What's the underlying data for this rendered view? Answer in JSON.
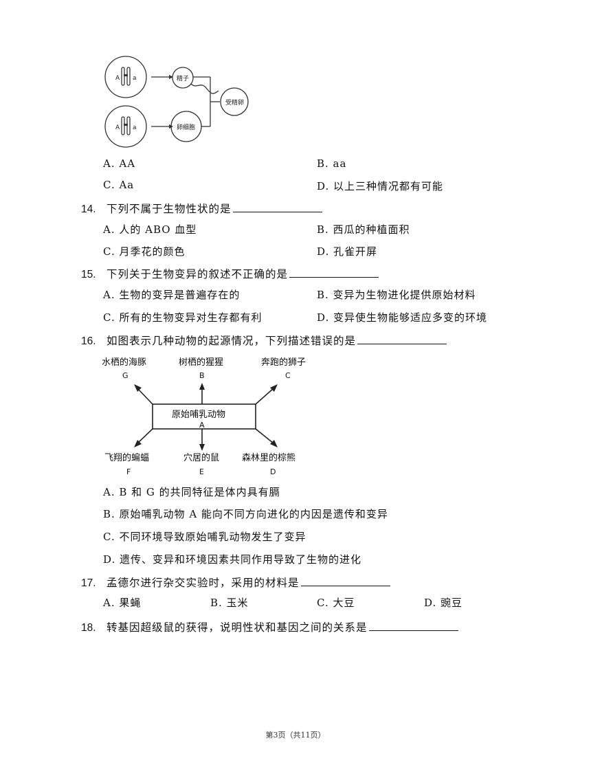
{
  "fig1": {
    "gene_big_a": "A",
    "gene_small_a": "a",
    "sperm": "精子",
    "egg": "卵细胞",
    "zygote": "受精卵"
  },
  "q13": {
    "options": [
      "A. AA",
      "B. aa",
      "C. Aa",
      "D. 以上三种情况都有可能"
    ]
  },
  "q14": {
    "number": "14.",
    "stem": "下列不属于生物性状的是",
    "options": [
      "A. 人的 ABO 血型",
      "B. 西瓜的种植面积",
      "C. 月季花的颜色",
      "D. 孔雀开屏"
    ]
  },
  "q15": {
    "number": "15.",
    "stem": "下列关于生物变异的叙述不正确的是",
    "options": [
      "A. 生物的变异是普遍存在的",
      "B. 变异为生物进化提供原始材料",
      "C. 所有的生物变异对生存都有利",
      "D. 变异使生物能够适应多变的环境"
    ]
  },
  "q16": {
    "number": "16.",
    "stem": "如图表示几种动物的起源情况，下列描述错误的是",
    "figure": {
      "center_label": "原始哺乳动物",
      "center_letter": "A",
      "top": [
        {
          "label": "水栖的海豚",
          "letter": "G"
        },
        {
          "label": "树栖的猩猩",
          "letter": "B"
        },
        {
          "label": "奔跑的狮子",
          "letter": "C"
        }
      ],
      "bottom": [
        {
          "label": "飞翔的蝙蝠",
          "letter": "F"
        },
        {
          "label": "穴居的鼠",
          "letter": "E"
        },
        {
          "label": "森林里的棕熊",
          "letter": "D"
        }
      ]
    },
    "options": [
      "A. B 和 G 的共同特征是体内具有膈",
      "B. 原始哺乳动物 A 能向不同方向进化的内因是遗传和变异",
      "C. 不同环境导致原始哺乳动物发生了变异",
      "D. 遗传、变异和环境因素共同作用导致了生物的进化"
    ]
  },
  "q17": {
    "number": "17.",
    "stem": "孟德尔进行杂交实验时，采用的材料是",
    "options": [
      "A. 果蝇",
      "B. 玉米",
      "C. 大豆",
      "D. 豌豆"
    ]
  },
  "q18": {
    "number": "18.",
    "stem": "转基因超级鼠的获得，说明性状和基因之间的关系是"
  },
  "footer": "第3页（共11页）"
}
